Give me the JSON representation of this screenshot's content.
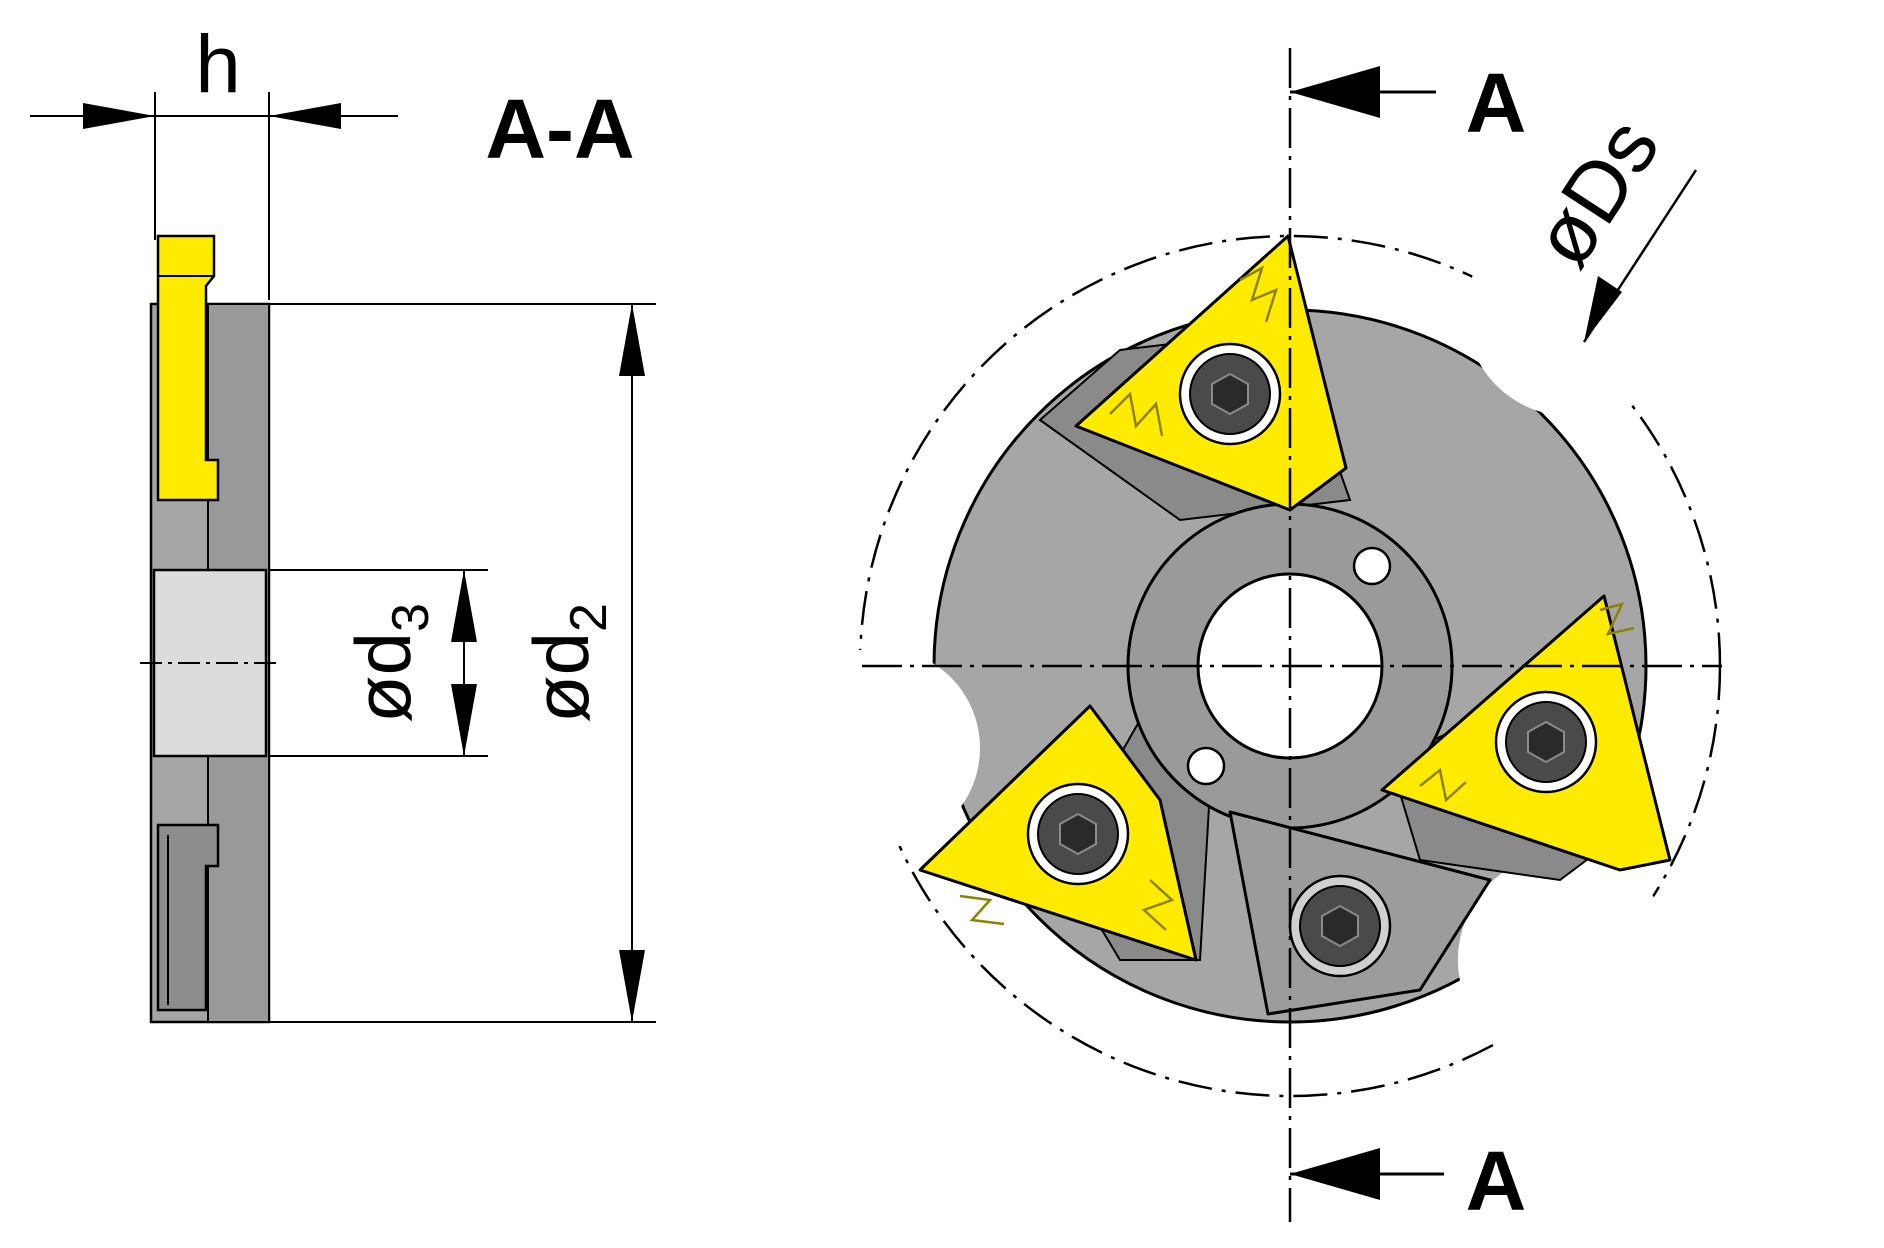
{
  "section_title": "A-A",
  "dimensions": {
    "height": "h",
    "bore_diameter": {
      "prefix": "ød",
      "subscript": "3"
    },
    "body_diameter": {
      "prefix": "ød",
      "subscript": "2"
    },
    "cutting_diameter": "øDs"
  },
  "section_marks": {
    "top": "A",
    "bottom": "A"
  },
  "colors": {
    "insert": "#ffeb00",
    "insert_dark": "#8c8200",
    "body": "#a6a6a6",
    "body_dark": "#8a8a8a",
    "bore_section": "#dcdcdc",
    "outline": "#000000",
    "screw": "#4a4a4a"
  }
}
